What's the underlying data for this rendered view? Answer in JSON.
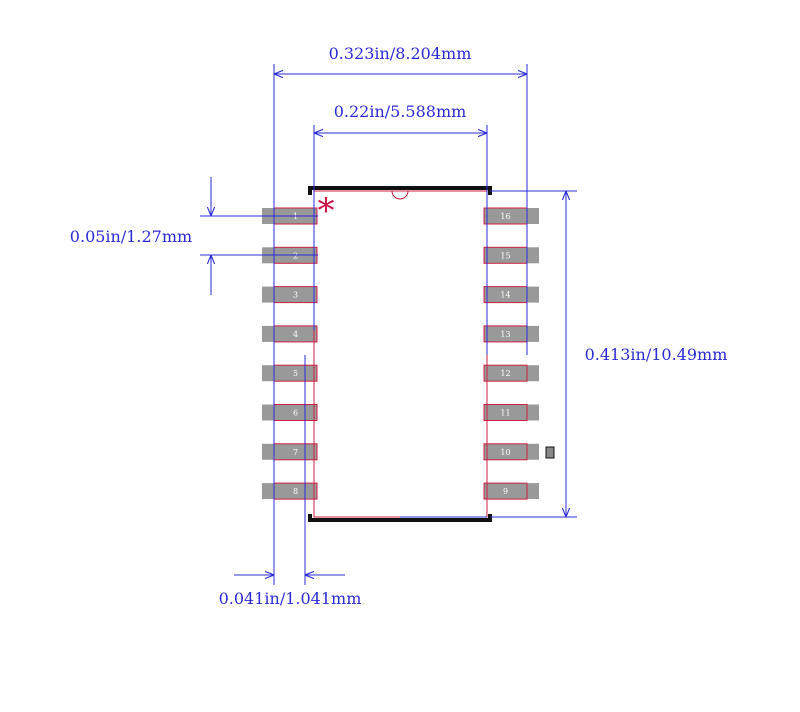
{
  "dimensions": {
    "overall_width": "0.323in/8.204mm",
    "body_width": "0.22in/5.588mm",
    "pitch": "0.05in/1.27mm",
    "body_length": "0.413in/10.49mm",
    "pad_width": "0.041in/1.041mm"
  },
  "pin1_marker": "*",
  "pins": {
    "left": [
      "1",
      "2",
      "3",
      "4",
      "5",
      "6",
      "7",
      "8"
    ],
    "right": [
      "16",
      "15",
      "14",
      "13",
      "12",
      "11",
      "10",
      "9"
    ]
  },
  "colors": {
    "dimension": "#2b2bd6",
    "pad": "#999999",
    "pad_outline": "#cc2244",
    "silkscreen": "#111111",
    "body_outline": "#cc2244",
    "pin1_marker": "#cc1144"
  }
}
